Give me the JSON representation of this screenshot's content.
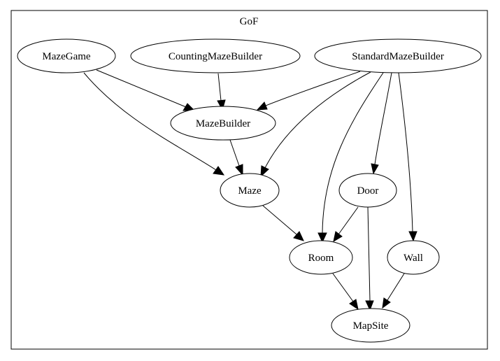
{
  "cluster": {
    "title": "GoF"
  },
  "nodes": {
    "maze_game": "MazeGame",
    "counting_maze_builder": "CountingMazeBuilder",
    "standard_maze_builder": "StandardMazeBuilder",
    "maze_builder": "MazeBuilder",
    "maze": "Maze",
    "door": "Door",
    "room": "Room",
    "wall": "Wall",
    "map_site": "MapSite"
  },
  "edges": [
    {
      "from": "maze_game",
      "to": "maze_builder"
    },
    {
      "from": "maze_game",
      "to": "maze"
    },
    {
      "from": "counting_maze_builder",
      "to": "maze_builder"
    },
    {
      "from": "standard_maze_builder",
      "to": "maze_builder"
    },
    {
      "from": "standard_maze_builder",
      "to": "maze"
    },
    {
      "from": "standard_maze_builder",
      "to": "room"
    },
    {
      "from": "standard_maze_builder",
      "to": "door"
    },
    {
      "from": "standard_maze_builder",
      "to": "wall"
    },
    {
      "from": "maze_builder",
      "to": "maze"
    },
    {
      "from": "maze",
      "to": "room"
    },
    {
      "from": "door",
      "to": "room"
    },
    {
      "from": "door",
      "to": "map_site"
    },
    {
      "from": "room",
      "to": "map_site"
    },
    {
      "from": "wall",
      "to": "map_site"
    }
  ],
  "colors": {
    "stroke": "#000000",
    "fill": "#ffffff",
    "background": "#ffffff"
  }
}
